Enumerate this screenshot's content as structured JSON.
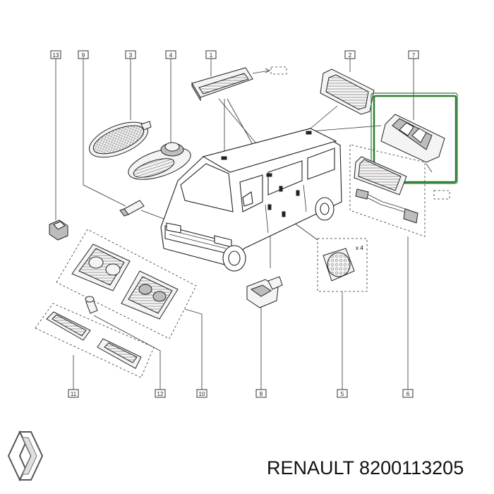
{
  "callouts": [
    "13",
    "9",
    "3",
    "4",
    "1",
    "2",
    "7",
    "11",
    "12",
    "10",
    "8",
    "5",
    "6"
  ],
  "multiplier": "x 4",
  "footer": {
    "brand": "RENAULT",
    "part_number": "8200113205"
  },
  "colors": {
    "highlight": "#2e7d32",
    "line": "#222222"
  },
  "icons": [
    "renault-logo-icon"
  ]
}
